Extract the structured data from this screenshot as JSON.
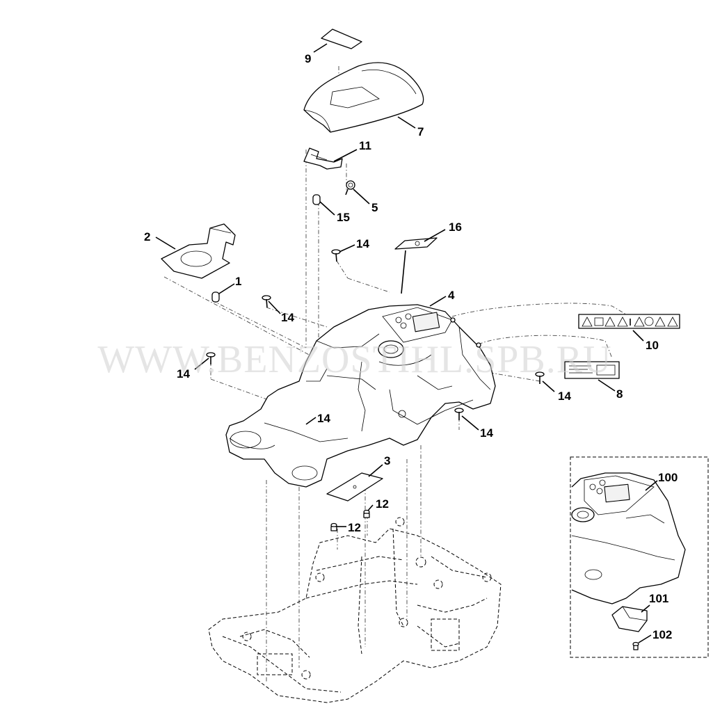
{
  "watermark": "WWW.BENZOSTIHL.SPB.RU",
  "callouts": {
    "c9": "9",
    "c7": "7",
    "c11": "11",
    "c5": "5",
    "c15": "15",
    "c16": "16",
    "c2": "2",
    "c1": "1",
    "c14a": "14",
    "c14b": "14",
    "c14c": "14",
    "c14d": "14",
    "c14e": "14",
    "c14f": "14",
    "c4": "4",
    "c10": "10",
    "c8": "8",
    "c3": "3",
    "c12a": "12",
    "c12b": "12",
    "c100": "100",
    "c101": "101",
    "c102": "102"
  },
  "colors": {
    "line": "#000000",
    "watermark": "#cfcfcf",
    "background": "#ffffff"
  }
}
